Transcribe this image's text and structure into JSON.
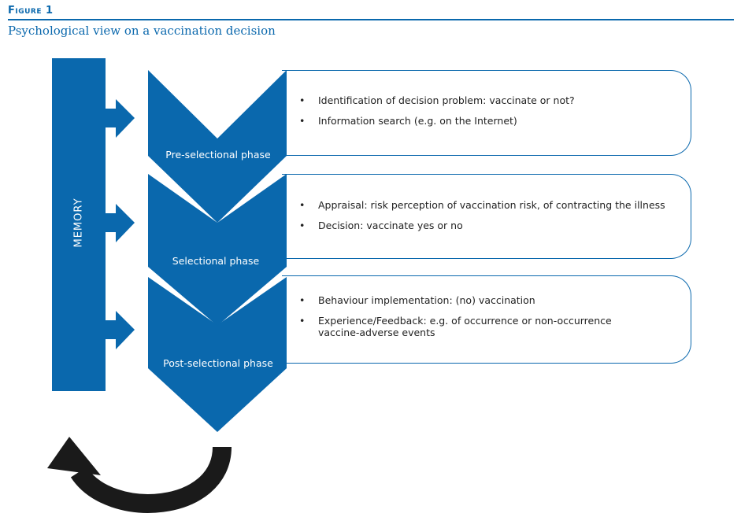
{
  "figure": {
    "label": "Figure 1",
    "title": "Psychological view on a vaccination decision"
  },
  "memory": {
    "label": "MEMORY"
  },
  "phases": [
    {
      "label": "Pre-selectional phase",
      "bullets": [
        "Identification of decision problem: vaccinate or not?",
        "Information search (e.g. on the Internet)"
      ]
    },
    {
      "label": "Selectional phase",
      "bullets": [
        "Appraisal: risk perception of vaccination risk, of contracting the illness",
        "Decision: vaccinate yes or no"
      ]
    },
    {
      "label": "Post-selectional phase",
      "bullets": [
        "Behaviour implementation: (no) vaccination",
        "Experience/Feedback: e.g. of occurrence or non-occurrence vaccine-adverse events"
      ]
    }
  ],
  "colors": {
    "accent": "#0a68ad",
    "arrow": "#1a1a1a"
  }
}
